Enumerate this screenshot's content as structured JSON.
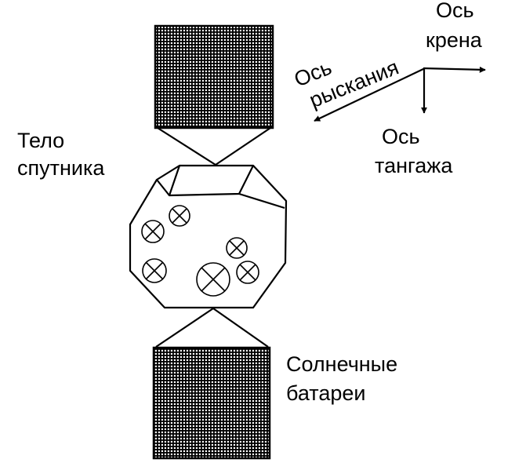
{
  "labels": {
    "roll_axis": [
      "Ось",
      "крена"
    ],
    "yaw_axis": [
      "Ось",
      "рыскания"
    ],
    "pitch_axis": [
      "Ось",
      "тангажа"
    ],
    "satellite_body": [
      "Тело",
      "спутника"
    ],
    "solar_panels": [
      "Солнечные",
      "батареи"
    ]
  },
  "colors": {
    "ink": "#000000",
    "background": "#ffffff"
  },
  "icons": {
    "thruster": "circle-with-cross"
  }
}
